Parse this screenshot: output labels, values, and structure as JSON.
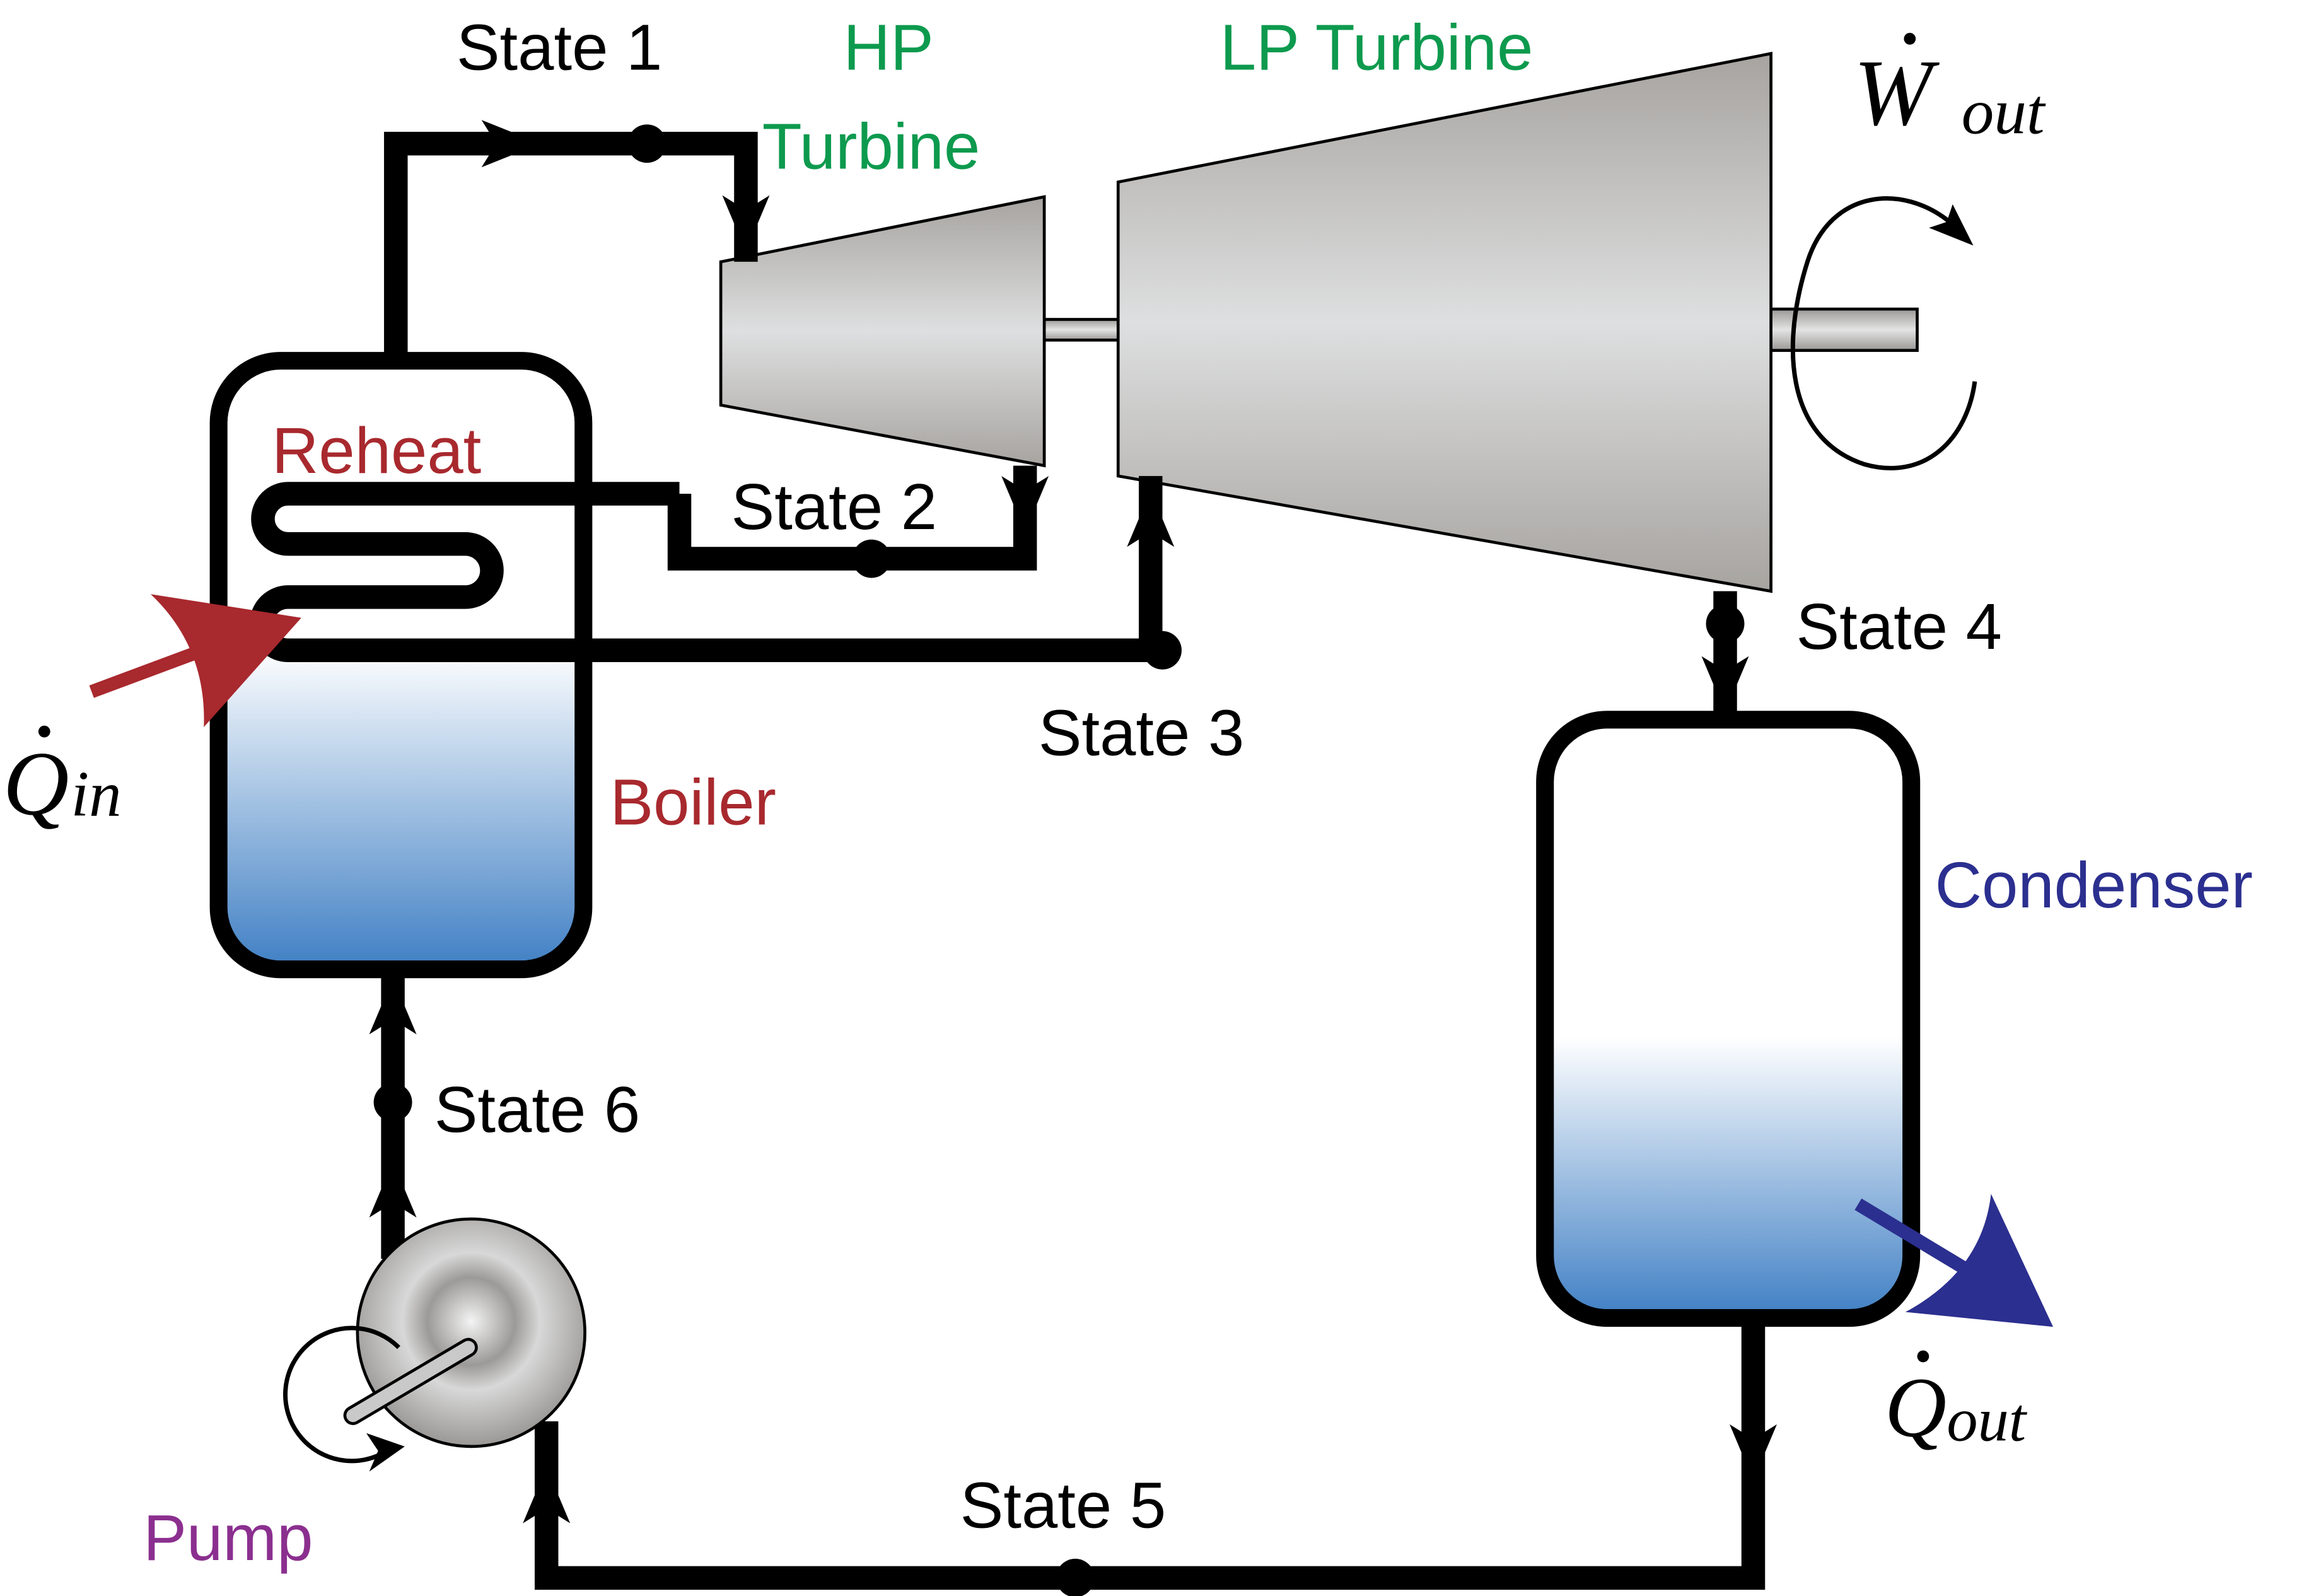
{
  "title": "",
  "components": {
    "boiler": {
      "label": "Boiler",
      "color": "#a8292e"
    },
    "reheat": {
      "label": "Reheat",
      "color": "#a8292e"
    },
    "hp_turbine": {
      "label_line1": "HP",
      "label_line2": "Turbine",
      "color": "#0d9a4e"
    },
    "lp_turbine": {
      "label": "LP Turbine",
      "color": "#0d9a4e"
    },
    "condenser": {
      "label": "Condenser",
      "color": "#2b2f8f"
    },
    "pump": {
      "label": "Pump",
      "color": "#8b2f8f"
    }
  },
  "states": {
    "s1": "State 1",
    "s2": "State 2",
    "s3": "State 3",
    "s4": "State 4",
    "s5": "State 5",
    "s6": "State 6"
  },
  "energy": {
    "q_in": {
      "symbol": "Q",
      "sub": "in",
      "color": "#a8292e"
    },
    "q_out": {
      "symbol": "Q",
      "sub": "out",
      "color": "#2b2f8f"
    },
    "w_out": {
      "symbol": "W",
      "sub": "out",
      "color": "#000000"
    }
  },
  "colors": {
    "water_top": "#ffffff",
    "water_bottom": "#3f7fc4",
    "turbine_dark": "#a7a4a0",
    "turbine_light": "#dedfe0",
    "pipe": "#000000"
  }
}
